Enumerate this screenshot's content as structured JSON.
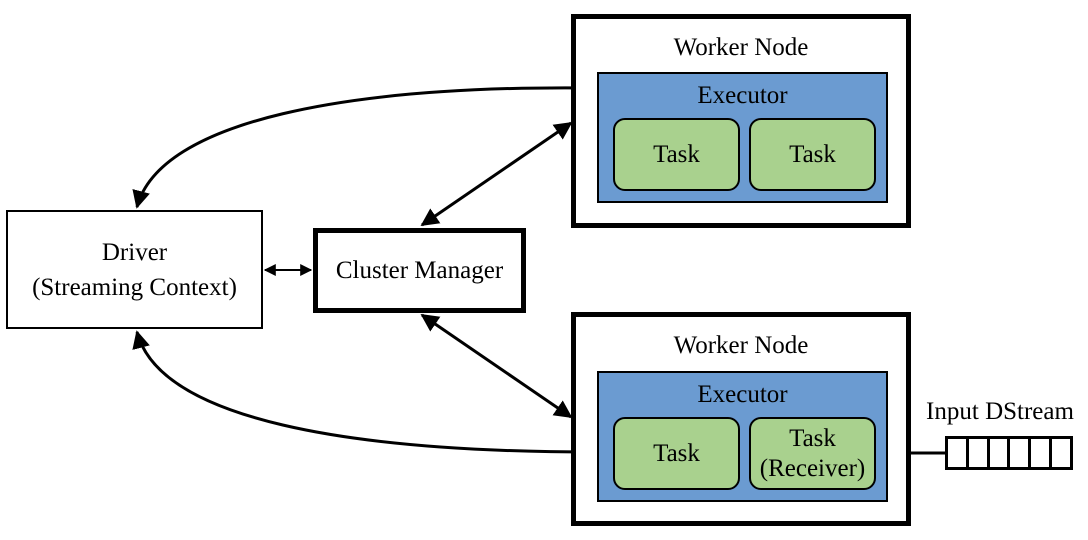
{
  "driver": {
    "line1": "Driver",
    "line2": "(Streaming Context)"
  },
  "cluster_manager": {
    "label": "Cluster Manager"
  },
  "worker_top": {
    "title": "Worker Node",
    "executor": {
      "title": "Executor",
      "tasks": [
        {
          "label": "Task"
        },
        {
          "label": "Task"
        }
      ]
    }
  },
  "worker_bottom": {
    "title": "Worker Node",
    "executor": {
      "title": "Executor",
      "tasks": [
        {
          "label": "Task"
        },
        {
          "label": "Task",
          "sublabel": "(Receiver)"
        }
      ]
    }
  },
  "input": {
    "label": "Input DStream",
    "queue_slots": 6
  },
  "colors": {
    "executor_fill": "#6b9bd1",
    "task_fill": "#a9d18e",
    "stroke": "#000000"
  }
}
